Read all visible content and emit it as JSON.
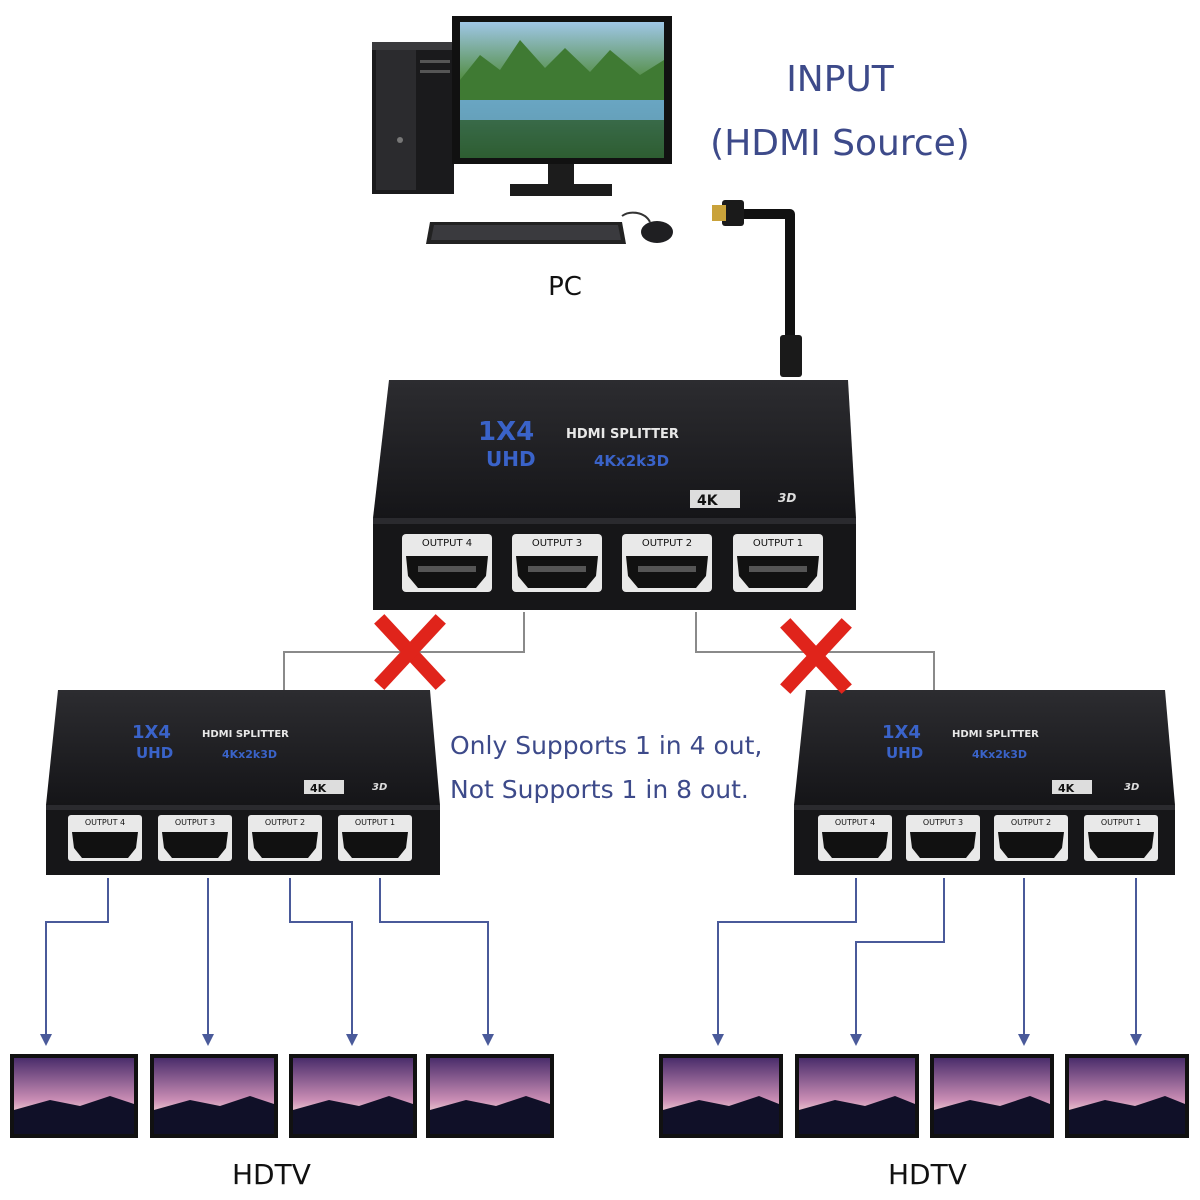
{
  "input": {
    "line1": "INPUT",
    "line2": "(HDMI Source)"
  },
  "pc": {
    "label": "PC"
  },
  "note": {
    "line1": "Only Supports 1 in 4 out,",
    "line2": "Not Supports 1 in 8 out."
  },
  "splitter": {
    "model": "1X4",
    "name": "HDMI SPLITTER",
    "uhd": "UHD",
    "spec": "4Kx2k3D",
    "badge_4k": "4K",
    "badge_3d": "3D",
    "ports": [
      "OUTPUT 4",
      "OUTPUT 3",
      "OUTPUT 2",
      "OUTPUT 1"
    ]
  },
  "hdtv": {
    "left_label": "HDTV",
    "right_label": "HDTV"
  },
  "colors": {
    "text_blue": "#3d4a8a",
    "arrow_blue": "#4a5a9a",
    "line_gray": "#8a8a8a",
    "x_red": "#e0241b",
    "device": "#1d1d1f"
  }
}
